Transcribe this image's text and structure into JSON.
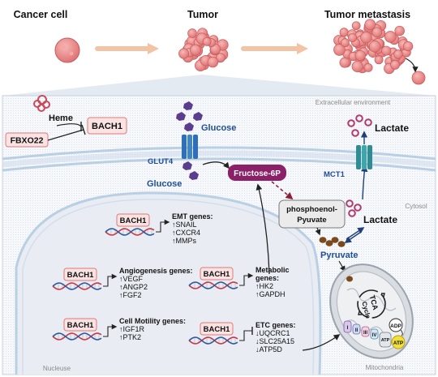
{
  "stages": {
    "cancer_cell": "Cancer cell",
    "tumor": "Tumor",
    "tumor_metastasis": "Tumor  metastasis"
  },
  "regions": {
    "extracellular": "Extracellular environment",
    "cytosol": "Cytosol",
    "nucleus": "Nucleuse",
    "mitochondria": "Mitochondria"
  },
  "heme": {
    "label": "Heme",
    "fbxo22": "FBXO22",
    "bach1": "BACH1"
  },
  "metabolites": {
    "glucose_out": "Glucose",
    "glucose_in": "Glucose",
    "glut4": "GLUT4",
    "fructose": "Fructose-6P",
    "pep_line1": "phosphoenol-",
    "pep_line2": "Pyuvate",
    "pyruvate": "Pyruvate",
    "lactate_in": "Lactate",
    "lactate_out": "Lactate",
    "mct1": "MCT1"
  },
  "gene_groups": [
    {
      "protein": "BACH1",
      "title": "EMT genes:",
      "genes": [
        "↑SNAIL",
        "↑CXCR4",
        "↑MMPs"
      ]
    },
    {
      "protein": "BACH1",
      "title": "Angiogenesis genes:",
      "genes": [
        "↑VEGF",
        "↑ANGP2",
        "↑FGF2"
      ]
    },
    {
      "protein": "BACH1",
      "title": "Metabolic",
      "title2": "genes:",
      "genes": [
        "↑HK2",
        "↑GAPDH"
      ]
    },
    {
      "protein": "BACH1",
      "title": "Cell Motility genes:",
      "genes": [
        "↑IGF1R",
        "↑PTK2"
      ]
    },
    {
      "protein": "BACH1",
      "title": "ETC genes:",
      "genes": [
        "↓UQCRC1",
        "↓SLC25A15",
        "↓ATP5D"
      ]
    }
  ],
  "mito": {
    "tca": "TCA",
    "cycle": "Cycle",
    "adp": "ADP",
    "atp": "ATP",
    "atp_synthase": "ATP",
    "complexes": [
      "I",
      "II",
      "III",
      "IV"
    ]
  },
  "colors": {
    "cell_pink": "#e8898a",
    "bach1_box": "#fbe3e3",
    "bach1_border": "#e07878",
    "fructose_box": "#8b1f68",
    "membrane_blue": "#b9cfe4",
    "glut4_blue": "#2e6fb5",
    "mct1_teal": "#2c8d95",
    "pyruvate_brown": "#7a4a1c",
    "lactate_ring": "#b03a6e",
    "glucose_purple": "#5b3d8e"
  }
}
